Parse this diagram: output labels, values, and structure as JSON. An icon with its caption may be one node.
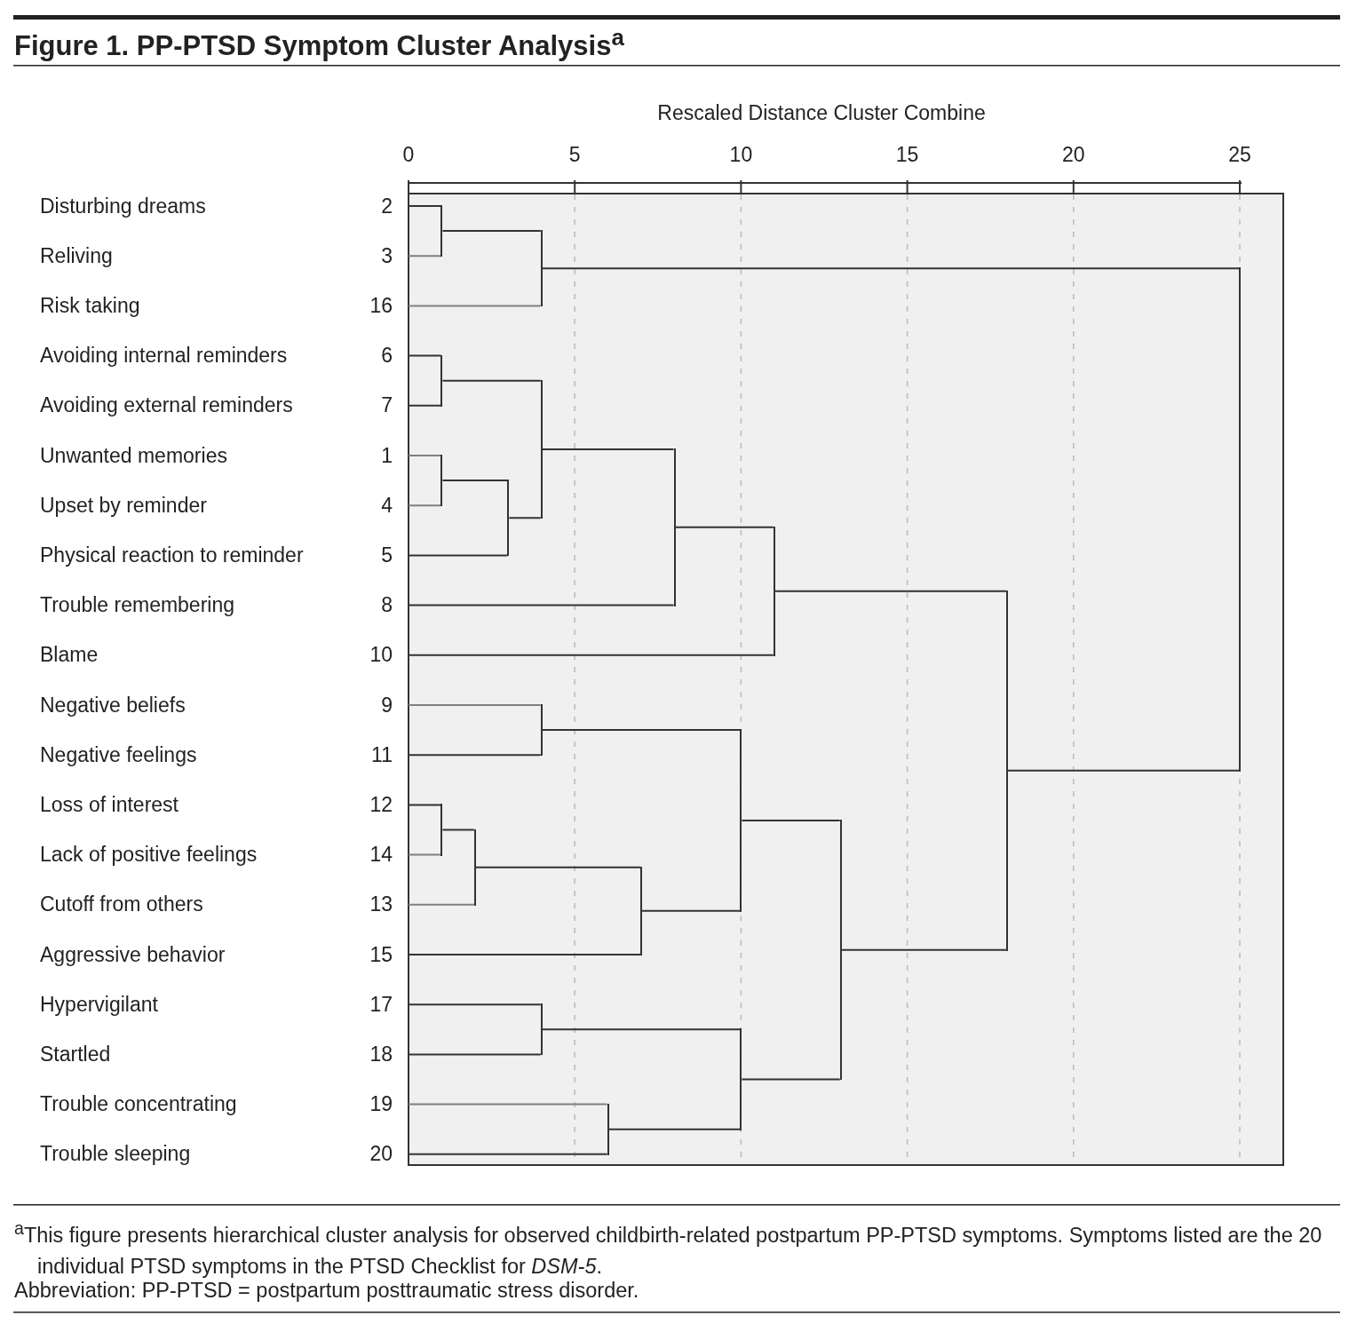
{
  "diagram": {
    "title": "Figure 1. PP-PTSD Symptom Cluster Analysis$^{a}$",
    "caption": "$^{a}$This figure presents hierarchical cluster analysis for observed childbirth-related postpartum PP-PTSD symptoms. Symptoms listed are the 20 individual PTSD symptoms in the PTSD Checklist for *DSM-5*.",
    "nodes": [
      {
        "text": [
          "Disturbing dreams"
        ],
        "beside": [
          "2"
        ]
      },
      {
        "text": [
          "Reliving"
        ],
        "beside": [
          "3"
        ]
      },
      {
        "text": [
          "Risk taking"
        ],
        "beside": [
          "16"
        ]
      },
      {
        "text": [
          "Avoiding internal reminders"
        ],
        "beside": [
          "6"
        ]
      },
      {
        "text": [
          "Avoiding external reminders"
        ],
        "beside": [
          "7"
        ]
      },
      {
        "text": [
          "Unwanted memories"
        ],
        "beside": [
          "1"
        ]
      },
      {
        "text": [
          "Upset by reminder"
        ],
        "beside": [
          "4"
        ]
      },
      {
        "text": [
          "Physical reaction to reminder"
        ],
        "beside": [
          "5"
        ]
      },
      {
        "text": [
          "Trouble remembering"
        ],
        "beside": [
          "8"
        ]
      },
      {
        "text": [
          "Blame"
        ],
        "beside": [
          "10"
        ]
      },
      {
        "text": [
          "Negative beliefs"
        ],
        "beside": [
          "9"
        ]
      },
      {
        "text": [
          "Negative feelings"
        ],
        "beside": [
          "11"
        ]
      },
      {
        "text": [
          "Loss of interest"
        ],
        "beside": [
          "12"
        ]
      },
      {
        "text": [
          "Lack of positive feelings"
        ],
        "beside": [
          "14"
        ]
      },
      {
        "text": [
          "Cutoff from others"
        ],
        "beside": [
          "13"
        ]
      },
      {
        "text": [
          "Aggressive behavior"
        ],
        "beside": [
          "15"
        ]
      },
      {
        "text": [
          "Hypervigilant"
        ],
        "beside": [
          "17"
        ]
      },
      {
        "text": [
          "Startled"
        ],
        "beside": [
          "18"
        ]
      },
      {
        "text": [
          "Trouble concentrating"
        ],
        "beside": [
          "19"
        ]
      },
      {
        "text": [
          "Trouble sleeping"
        ],
        "beside": [
          "20"
        ]
      },
      {
        "text": [],
        "shape": "bar"
      },
      {
        "text": [],
        "shape": "bar"
      },
      {
        "text": [],
        "shape": "bar"
      },
      {
        "text": [],
        "shape": "bar"
      },
      {
        "text": [],
        "shape": "bar"
      },
      {
        "text": [],
        "shape": "bar"
      },
      {
        "text": [],
        "shape": "bar"
      },
      {
        "text": [],
        "shape": "bar"
      },
      {
        "text": [],
        "shape": "bar"
      },
      {
        "text": [],
        "shape": "bar"
      },
      {
        "text": [],
        "shape": "bar"
      },
      {
        "text": [],
        "shape": "bar"
      },
      {
        "text": [],
        "shape": "bar"
      },
      {
        "text": [],
        "shape": "bar"
      },
      {
        "text": [],
        "shape": "bar"
      },
      {
        "text": [],
        "shape": "bar"
      },
      {
        "text": [],
        "shape": "bar"
      },
      {
        "text": [],
        "shape": "bar"
      },
      {
        "text": [],
        "shape": "bar"
      }
    ],
    "edges": [
      {
        "from": 0,
        "to": 20,
        "arrow": "none"
      },
      {
        "from": 1,
        "to": 20,
        "arrow": "none",
        "color": "#808080"
      },
      {
        "from": 20,
        "to": 21,
        "arrow": "none"
      },
      {
        "from": 2,
        "to": 21,
        "arrow": "none",
        "color": "#808080"
      },
      {
        "from": 3,
        "to": 22,
        "arrow": "none"
      },
      {
        "from": 4,
        "to": 22,
        "arrow": "none"
      },
      {
        "from": 5,
        "to": 23,
        "arrow": "none",
        "color": "#808080"
      },
      {
        "from": 6,
        "to": 23,
        "arrow": "none",
        "color": "#808080"
      },
      {
        "from": 23,
        "to": 24,
        "arrow": "none"
      },
      {
        "from": 7,
        "to": 24,
        "arrow": "none"
      },
      {
        "from": 22,
        "to": 25,
        "arrow": "none"
      },
      {
        "from": 24,
        "to": 25,
        "arrow": "none"
      },
      {
        "from": 25,
        "to": 26,
        "arrow": "none"
      },
      {
        "from": 8,
        "to": 26,
        "arrow": "none"
      },
      {
        "from": 26,
        "to": 27,
        "arrow": "none"
      },
      {
        "from": 9,
        "to": 27,
        "arrow": "none"
      },
      {
        "from": 10,
        "to": 28,
        "arrow": "none",
        "color": "#808080"
      },
      {
        "from": 11,
        "to": 28,
        "arrow": "none"
      },
      {
        "from": 12,
        "to": 29,
        "arrow": "none"
      },
      {
        "from": 13,
        "to": 29,
        "arrow": "none",
        "color": "#808080"
      },
      {
        "from": 29,
        "to": 30,
        "arrow": "none"
      },
      {
        "from": 14,
        "to": 30,
        "arrow": "none",
        "color": "#808080"
      },
      {
        "from": 30,
        "to": 31,
        "arrow": "none"
      },
      {
        "from": 15,
        "to": 31,
        "arrow": "none"
      },
      {
        "from": 28,
        "to": 32,
        "arrow": "none"
      },
      {
        "from": 31,
        "to": 32,
        "arrow": "none"
      },
      {
        "from": 16,
        "to": 33,
        "arrow": "none"
      },
      {
        "from": 17,
        "to": 33,
        "arrow": "none"
      },
      {
        "from": 18,
        "to": 34,
        "arrow": "none",
        "color": "#808080"
      },
      {
        "from": 19,
        "to": 34,
        "arrow": "none"
      },
      {
        "from": 33,
        "to": 35,
        "arrow": "none"
      },
      {
        "from": 34,
        "to": 35,
        "arrow": "none"
      },
      {
        "from": 32,
        "to": 36,
        "arrow": "none"
      },
      {
        "from": 35,
        "to": 36,
        "arrow": "none"
      },
      {
        "from": 27,
        "to": 37,
        "arrow": "none"
      },
      {
        "from": 36,
        "to": 37,
        "arrow": "none"
      },
      {
        "from": 21,
        "to": 38,
        "arrow": "none"
      },
      {
        "from": 37,
        "to": 38,
        "arrow": "none"
      }
    ],
    "labels": [
      "Rescaled Distance Cluster Combine",
      "0",
      "5",
      "10",
      "15",
      "20",
      "25",
      "Abbreviation: PP-PTSD = postpartum posttraumatic stress disorder."
    ]
  }
}
